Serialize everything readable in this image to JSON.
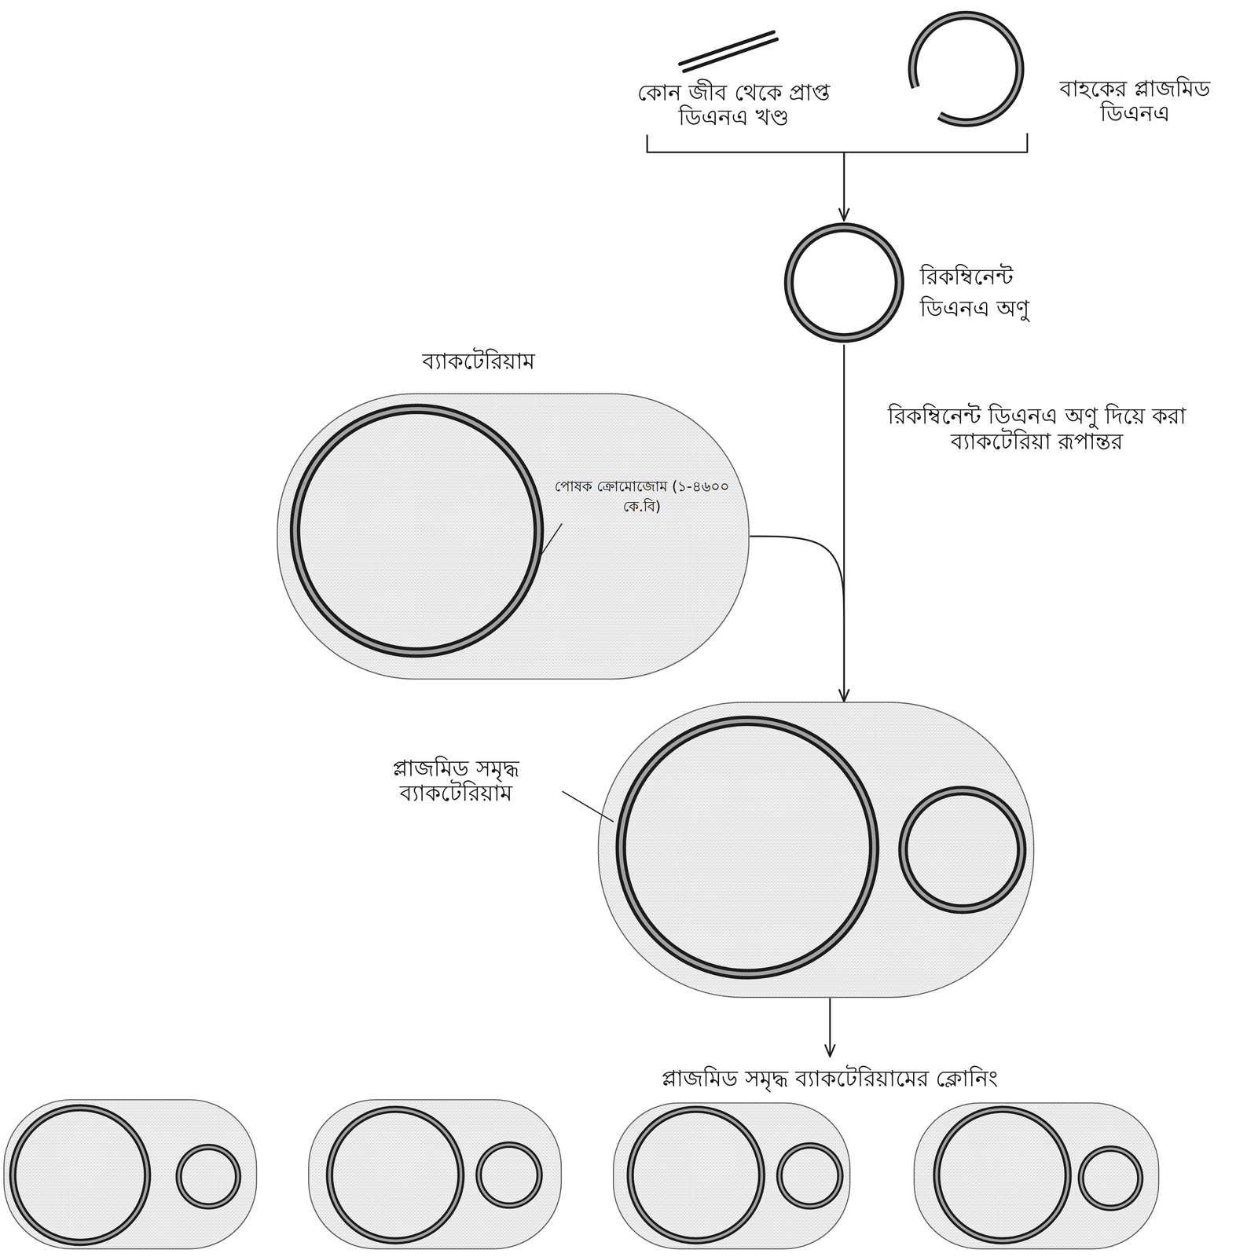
{
  "diagram": {
    "nodes": [
      {
        "text": [
          "কোন জীব থেকে প্রাপ্ত ডিএনএ খণ্ড"
        ]
      },
      {
        "text": [
          "বাহকের প্লাজমিড ডিএনএ"
        ]
      },
      {
        "text": [
          "রিকম্বিনেন্ট ডিএনএ অণু"
        ]
      },
      {
        "text": [
          "ব্যাকটেরিয়াম",
          "পোষক ক্রোমোজোম (১-৪৬০০ কে.বি)"
        ]
      },
      {
        "text": [
          "প্লাজমিড সমৃদ্ধ ব্যাকটেরিয়াম"
        ]
      },
      {
        "text": [
          "প্লাজমিড সমৃদ্ধ ব্যাকটেরিয়ামের ক্লোনিং"
        ]
      }
    ],
    "edges": [
      {
        "from": 0,
        "to": 2,
        "arrow": "to"
      },
      {
        "from": 1,
        "to": 2,
        "arrow": "to"
      },
      {
        "from": 2,
        "to": 4,
        "label": "রিকম্বিনেন্ট ডিএনএ অণু দিয়ে করা ব্যাকটেরিয়া রূপান্তর",
        "arrow": "to"
      },
      {
        "from": 3,
        "to": 4,
        "arrow": "to"
      },
      {
        "from": 4,
        "to": 5,
        "arrow": "to"
      }
    ]
  }
}
